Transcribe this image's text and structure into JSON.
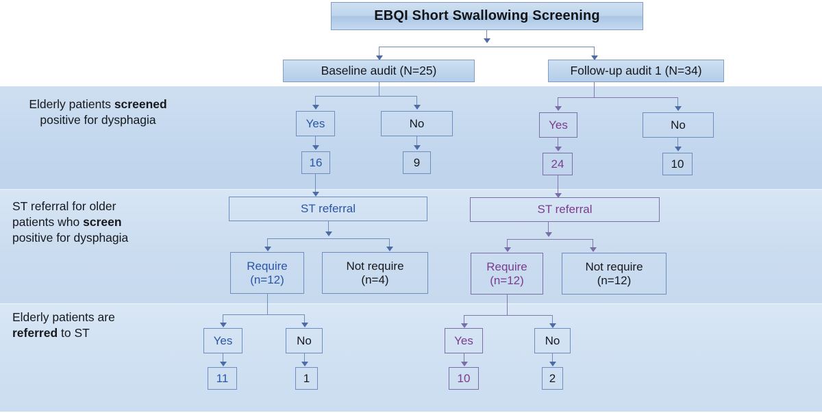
{
  "title": {
    "text": "EBQI Short Swallowing Screening"
  },
  "audits": [
    {
      "label": "Baseline audit (N=25)",
      "side": "left"
    },
    {
      "label": "Follow-up audit 1 (N=34)",
      "side": "right"
    }
  ],
  "rows": [
    {
      "id": "screened",
      "label_html": "Elderly patients <b>screened</b><br>positive for dysphagia",
      "label_plain": "Elderly patients screened positive for dysphagia"
    },
    {
      "id": "st-referral",
      "label_html": "ST referral for older<br>patients who <b>screen</b><br>positive for dysphagia",
      "label_plain": "ST referral for older patients who screen positive for dysphagia"
    },
    {
      "id": "referred",
      "label_html": "Elderly patients are<br><b>referred</b> to ST",
      "label_plain": "Elderly patients are referred to ST"
    }
  ],
  "baseline": {
    "screened": {
      "yes": "Yes",
      "no": "No",
      "yes_count": "16",
      "no_count": "9"
    },
    "referral": {
      "header": "ST referral",
      "require": "Require",
      "require_n": "(n=12)",
      "not_require": "Not require",
      "not_require_n": "(n=4)"
    },
    "referred": {
      "yes": "Yes",
      "no": "No",
      "yes_count": "11",
      "no_count": "1"
    }
  },
  "followup": {
    "screened": {
      "yes": "Yes",
      "no": "No",
      "yes_count": "24",
      "no_count": "10"
    },
    "referral": {
      "header": "ST referral",
      "require": "Require",
      "require_n": "(n=12)",
      "not_require": "Not require",
      "not_require_n": "(n=12)"
    },
    "referred": {
      "yes": "Yes",
      "no": "No",
      "yes_count": "10",
      "no_count": "2"
    }
  },
  "colors": {
    "baseline_accent": "#2a56a6",
    "followup_accent": "#7b3b8f",
    "neutral_text": "#16181c",
    "box_border": "#6f8cbe",
    "band_1": "#c7daef",
    "band_2": "#cfe0f2",
    "band_3": "#d3e3f4"
  }
}
